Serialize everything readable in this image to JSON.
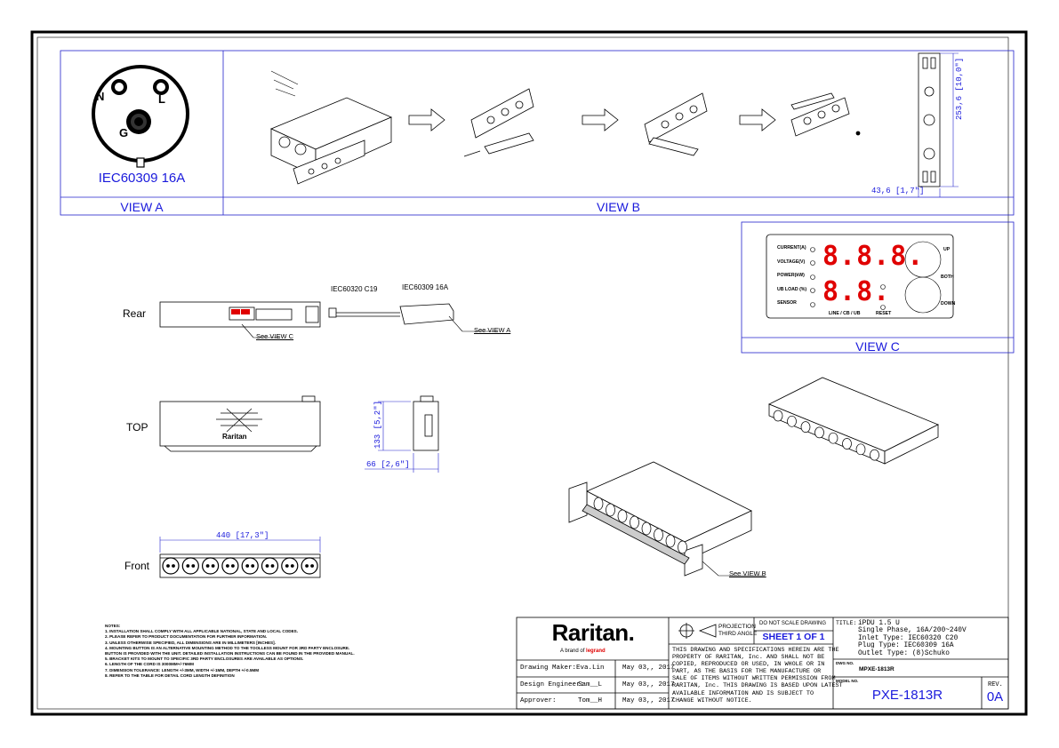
{
  "corner_tag": "",
  "view_a": {
    "label": "VIEW A",
    "plug_caption": "IEC60309 16A",
    "pins": [
      "N",
      "L",
      "G"
    ]
  },
  "view_b": {
    "label": "VIEW B",
    "dim_height": "253,6  [10,0\"]",
    "dim_width": "43,6  [1,7\"]"
  },
  "view_c": {
    "label": "VIEW C",
    "indicators": [
      "CURRENT(A)",
      "VOLTAGE(V)",
      "POWER(kW)",
      "UB LOAD (%)",
      "SENSOR"
    ],
    "display_top": "8.8.8.",
    "display_bottom": "8.8.",
    "bottom_label": "LINE / CB / UB",
    "reset_label": "RESET",
    "up_label": "UP",
    "both_label": "BOTH",
    "down_label": "DOWN"
  },
  "rear": {
    "label": "Rear",
    "see_c": "See VIEW C",
    "see_a": "See VIEW A",
    "inlet_label": "IEC60320 C19",
    "plug_label": "IEC60309 16A"
  },
  "top": {
    "label": "TOP",
    "logo": "Raritan",
    "dim_h": "133  [5,2\"]",
    "dim_d": "66  [2,6\"]"
  },
  "front": {
    "label": "Front",
    "dim_w": "440  [17,3\"]"
  },
  "iso": {
    "see_b": "See VIEW B"
  },
  "notes": {
    "title": "NOTES:",
    "lines": [
      "1. INSTALLATION SHALL COMPLY WITH ALL APPLICABLE NATIONAL, STATE AND LOCAL CODES.",
      "2. PLEASE REFER TO PRODUCT DOCUMENTATION FOR FURTHER INFORMATION.",
      "3. UNLESS OTHERWISE SPECIFIED, ALL DIMENSIONS ARE IN MILLIMETERS [INCHES].",
      "4. MOUNTING BUTTON IS AN ALTERNATIVE MOUNTING METHOD TO THE TOOLLESS MOUNT FOR 3RD PARTY ENCLOSURE.",
      "   BUTTON IS PROVIDED WITH THE UNIT. DETAILED INSTALLATION INSTRUCTIONS CAN BE FOUND IN THE PROVIDED MANUAL.",
      "5. BRACKET KITS TO MOUNT TO SPECIFIC 3RD PARTY ENCLOSURES ARE AVAILABLE AS OPTIONS.",
      "6. LENGTH OF THE CORD IS 3000MM+/-76MM",
      "7. DIMENSION TOLERANCE: LENGTH +/-3MM, WIDTH +/-1MM, DEPTH +/-0.5MM",
      "8. REFER TO THE TABLE FOR DETAIL CORD LENGTH DEFINITION"
    ]
  },
  "title_block": {
    "brand": "Raritan.",
    "brand_sub": "A brand of",
    "brand_sub2": "legrand",
    "rows": [
      {
        "role": "Drawing Maker:",
        "name": "Eva.Lin",
        "date": "May 03,, 2017"
      },
      {
        "role": "Design Engineer:",
        "name": "Sam__L",
        "date": "May 03,, 2017"
      },
      {
        "role": "Approver:",
        "name": "Tom__H",
        "date": "May 03,, 2017"
      }
    ],
    "projection_1": "PROJECTION",
    "projection_2": "THIRD ANGLE",
    "do_not_scale": "DO NOT SCALE DRAWING",
    "sheet": "SHEET 1 OF 1",
    "disclaimer": [
      "THIS DRAWING AND SPECIFICATIONS HEREIN ARE THE",
      "PROPERTY OF RARITAN, Inc. AND SHALL NOT BE",
      "COPIED, REPRODUCED OR USED, IN WHOLE OR IN",
      "PART, AS THE BASIS FOR THE MANUFACTURE OR",
      "SALE OF ITEMS WITHOUT WRITTEN PERMISSION FROM",
      "RARITAN, Inc. THIS DRAWING IS BASED UPON LATEST",
      "AVAILABLE INFORMATION AND IS SUBJECT TO",
      "CHANGE WITHOUT NOTICE."
    ],
    "title_label": "TITLE:",
    "title_lines": [
      "iPDU 1.5 U",
      "Single Phase, 16A/200~240V",
      "Inlet Type: IEC60320 C20",
      "Plug Type: IEC60309 16A",
      "Outlet Type: (8)Schuko"
    ],
    "dwg_label": "DWG NO.",
    "dwg_no": "MPXE-1813R",
    "model_label": "MODEL NO.",
    "model_no": "PXE-1813R",
    "rev_label": "REV.",
    "rev": "0A"
  },
  "colors": {
    "accent": "#1a1adc",
    "led": "#e00000",
    "line": "#000000"
  }
}
